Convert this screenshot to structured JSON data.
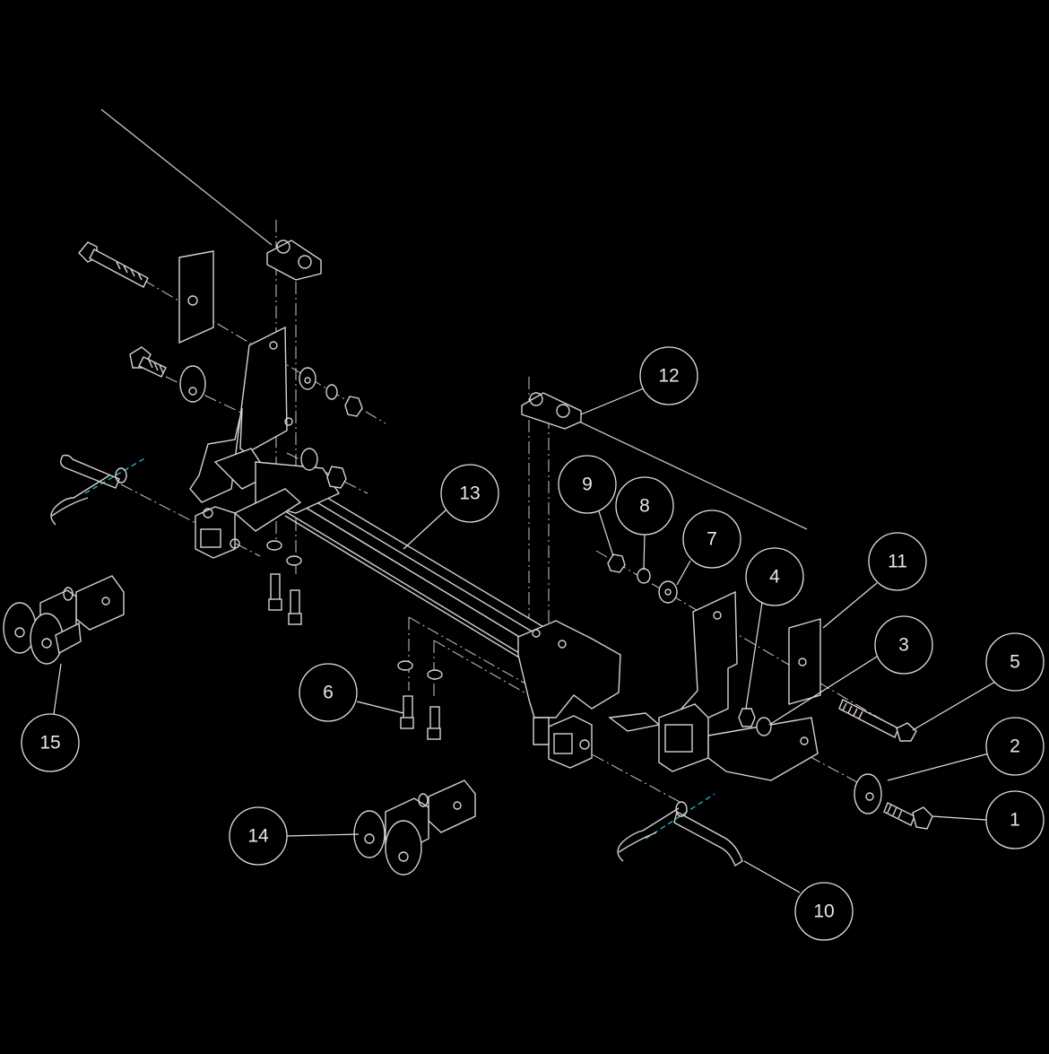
{
  "callouts": [
    {
      "id": "1",
      "label": "1"
    },
    {
      "id": "2",
      "label": "2"
    },
    {
      "id": "3",
      "label": "3"
    },
    {
      "id": "4",
      "label": "4"
    },
    {
      "id": "5",
      "label": "5"
    },
    {
      "id": "6",
      "label": "6"
    },
    {
      "id": "7",
      "label": "7"
    },
    {
      "id": "8",
      "label": "8"
    },
    {
      "id": "9",
      "label": "9"
    },
    {
      "id": "10",
      "label": "10"
    },
    {
      "id": "11",
      "label": "11"
    },
    {
      "id": "12",
      "label": "12"
    },
    {
      "id": "13",
      "label": "13"
    },
    {
      "id": "14",
      "label": "14"
    },
    {
      "id": "15",
      "label": "15"
    }
  ],
  "colors": {
    "background": "#000000",
    "line": "#d9d0d0",
    "centerline_cyan": "#2ab9d8"
  }
}
